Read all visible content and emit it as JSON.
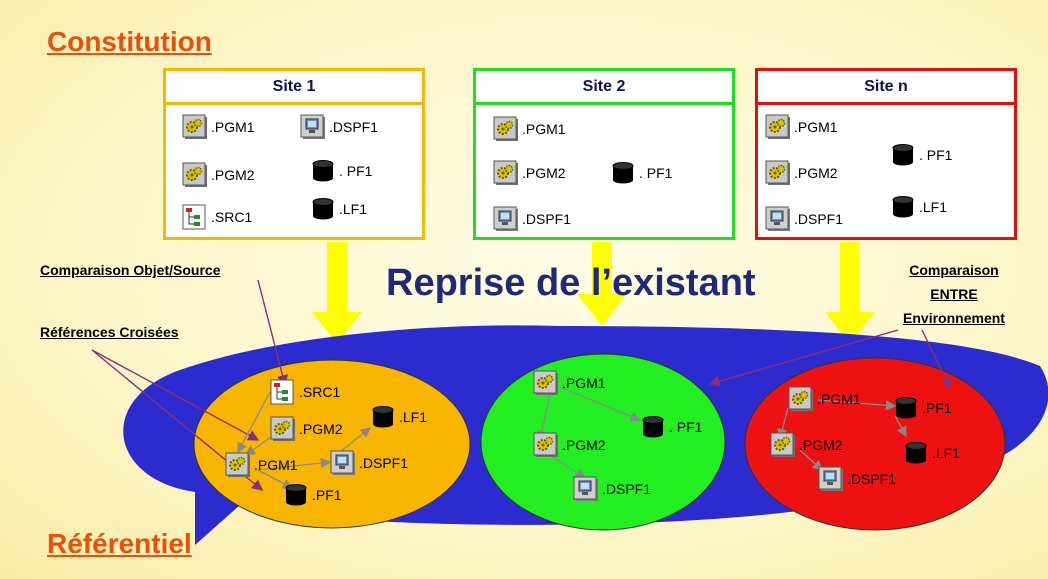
{
  "headings": {
    "top": "Constitution",
    "bottom": "Référentiel"
  },
  "title": "Reprise de l’existant",
  "notes": {
    "comparaison_objet": "Comparaison Objet/Source",
    "references": "Références Croisées",
    "comparaison_entre": [
      "Comparaison",
      "ENTRE",
      "Environnement"
    ]
  },
  "colors": {
    "site1": "#f5b800",
    "site2": "#22dd22",
    "site3": "#dd1111",
    "blob": "#2b2bd0",
    "arrow": "#ffff00",
    "heading": "#e8500c",
    "title": "#1e2a78"
  },
  "icons": {
    "pgm": "program-gear-icon",
    "dspf": "display-file-icon",
    "pf": "database-cylinder-icon",
    "src": "source-tree-icon"
  },
  "sites": [
    {
      "title": "Site 1",
      "items": [
        {
          "label": ".PGM1",
          "icon": "pgm"
        },
        {
          "label": ".DSPF1",
          "icon": "dspf"
        },
        {
          "label": ".PGM2",
          "icon": "pgm"
        },
        {
          "label": ". PF1",
          "icon": "pf"
        },
        {
          "label": ".SRC1",
          "icon": "src"
        },
        {
          "label": ".LF1",
          "icon": "pf"
        }
      ]
    },
    {
      "title": "Site 2",
      "items": [
        {
          "label": ".PGM1",
          "icon": "pgm"
        },
        {
          "label": ".PGM2",
          "icon": "pgm"
        },
        {
          "label": ". PF1",
          "icon": "pf"
        },
        {
          "label": ".DSPF1",
          "icon": "dspf"
        }
      ]
    },
    {
      "title": "Site n",
      "items": [
        {
          "label": ".PGM1",
          "icon": "pgm"
        },
        {
          "label": ". PF1",
          "icon": "pf"
        },
        {
          "label": ".PGM2",
          "icon": "pgm"
        },
        {
          "label": ".LF1",
          "icon": "pf"
        },
        {
          "label": ".DSPF1",
          "icon": "dspf"
        }
      ]
    }
  ],
  "ref": {
    "env1": [
      {
        "label": ".SRC1",
        "icon": "src"
      },
      {
        "label": ".PGM2",
        "icon": "pgm"
      },
      {
        "label": ".LF1",
        "icon": "pf"
      },
      {
        "label": ".PGM1",
        "icon": "pgm"
      },
      {
        "label": ".DSPF1",
        "icon": "dspf"
      },
      {
        "label": ".PF1",
        "icon": "pf"
      }
    ],
    "env2": [
      {
        "label": ".PGM1",
        "icon": "pgm"
      },
      {
        "label": ". PF1",
        "icon": "pf"
      },
      {
        "label": ".PGM2",
        "icon": "pgm"
      },
      {
        "label": ".DSPF1",
        "icon": "dspf"
      }
    ],
    "env3": [
      {
        "label": ".PGM1",
        "icon": "pgm"
      },
      {
        "label": ".PF1",
        "icon": "pf"
      },
      {
        "label": ".PGM2",
        "icon": "pgm"
      },
      {
        "label": ".LF1",
        "icon": "pf"
      },
      {
        "label": ".DSPF1",
        "icon": "dspf"
      }
    ]
  }
}
